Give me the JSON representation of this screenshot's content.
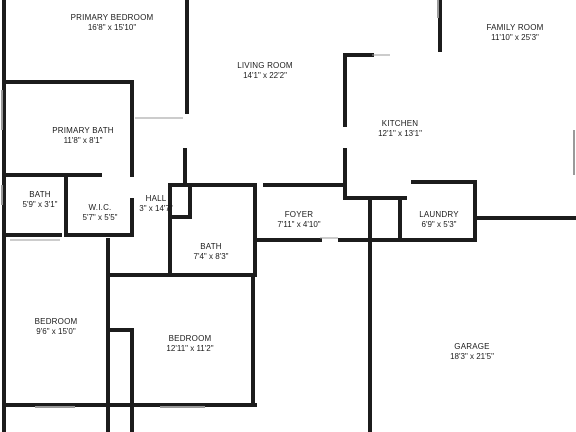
{
  "floorplan": {
    "rooms": [
      {
        "id": "primary-bedroom",
        "name": "PRIMARY BEDROOM",
        "dims": "16'8\" x 15'10\""
      },
      {
        "id": "living-room",
        "name": "LIVING ROOM",
        "dims": "14'1\" x 22'2\""
      },
      {
        "id": "family-room",
        "name": "FAMILY ROOM",
        "dims": "11'10\" x 25'3\""
      },
      {
        "id": "primary-bath",
        "name": "PRIMARY BATH",
        "dims": "11'8\" x 8'1\""
      },
      {
        "id": "kitchen",
        "name": "KITCHEN",
        "dims": "12'1\" x 13'1\""
      },
      {
        "id": "bath-small",
        "name": "BATH",
        "dims": "5'9\" x 3'1\""
      },
      {
        "id": "wic",
        "name": "W.I.C.",
        "dims": "5'7\" x 5'5\""
      },
      {
        "id": "hall",
        "name": "HALL",
        "dims": "3\" x 14'7\""
      },
      {
        "id": "foyer",
        "name": "FOYER",
        "dims": "7'11\" x 4'10\""
      },
      {
        "id": "laundry",
        "name": "LAUNDRY",
        "dims": "6'9\" x 5'3\""
      },
      {
        "id": "bath",
        "name": "BATH",
        "dims": "7'4\" x 8'3\""
      },
      {
        "id": "bedroom-left",
        "name": "BEDROOM",
        "dims": "9'6\" x 15'0\""
      },
      {
        "id": "bedroom-center",
        "name": "BEDROOM",
        "dims": "12'11\" x 11'2\""
      },
      {
        "id": "garage",
        "name": "GARAGE",
        "dims": "18'3\" x 21'5\""
      }
    ]
  },
  "colors": {
    "wall": "#1c1c1c",
    "window": "#9a9a9a",
    "background": "#ffffff"
  }
}
